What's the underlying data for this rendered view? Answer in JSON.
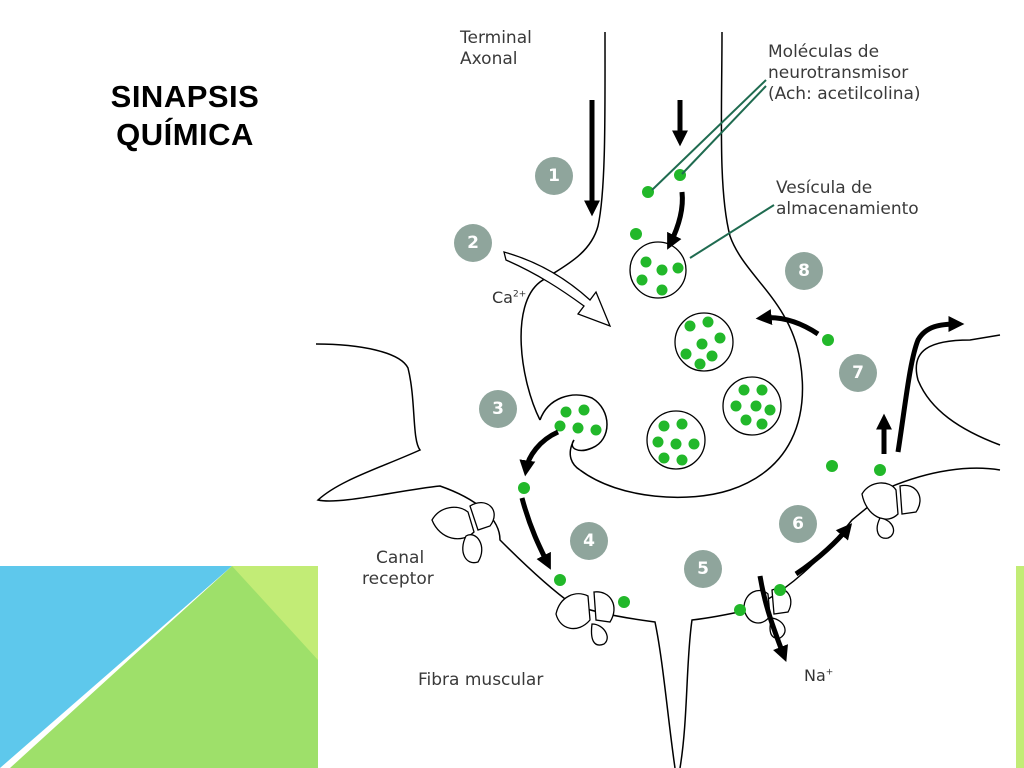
{
  "title": {
    "line1": "SINAPSIS",
    "line2": "QUÍMICA"
  },
  "colors": {
    "accent_blue": "#5ec8ec",
    "accent_green": "#9ee06a",
    "accent_lime": "#c2ec76",
    "neurotransmitter": "#22b82a",
    "step_badge": "#8fa59c",
    "leader_line": "#1f6b50"
  },
  "labels": {
    "terminal": [
      "Terminal",
      "Axonal"
    ],
    "molecules": [
      "Moléculas de",
      "neurotransmisor",
      "(Ach: acetilcolina)"
    ],
    "vesicle": [
      "Vesícula de",
      "almacenamiento"
    ],
    "receptor": [
      "Canal",
      "receptor"
    ],
    "muscle": "Fibra muscular"
  },
  "ions": {
    "calcium": "Ca",
    "calcium_charge": "2+",
    "sodium": "Na",
    "sodium_charge": "+"
  },
  "steps": [
    "1",
    "2",
    "3",
    "4",
    "5",
    "6",
    "7",
    "8"
  ]
}
